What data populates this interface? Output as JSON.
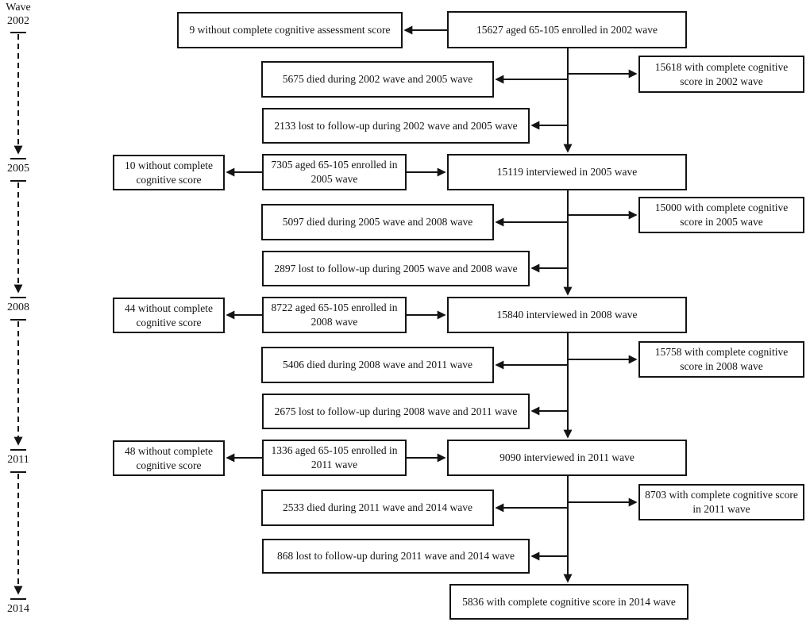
{
  "figure": {
    "type": "participant-flow-diagram",
    "description": "Flow of participants with cognitive assessment across study waves"
  },
  "timeline": {
    "axis_label": "Wave",
    "years": [
      "2002",
      "2005",
      "2008",
      "2011",
      "2014"
    ]
  },
  "waves": [
    {
      "year": "2002",
      "enrolled": "15627 aged 65-105 enrolled in 2002 wave",
      "excluded": "9 without complete cognitive assessment score",
      "complete": "15618 with complete cognitive score in 2002 wave",
      "died": "5675 died during 2002 wave and 2005 wave",
      "lost": "2133 lost to follow-up during 2002 wave and 2005 wave"
    },
    {
      "year": "2005",
      "excluded": "10 without complete cognitive score",
      "enrolled": "7305 aged 65-105 enrolled in 2005 wave",
      "interviewed": "15119 interviewed in 2005 wave",
      "complete": "15000 with complete cognitive score in 2005 wave",
      "died": "5097 died during 2005 wave and 2008 wave",
      "lost": "2897 lost to follow-up during 2005 wave and 2008 wave"
    },
    {
      "year": "2008",
      "excluded": "44 without complete cognitive score",
      "enrolled": "8722 aged 65-105 enrolled in 2008 wave",
      "interviewed": "15840 interviewed in 2008 wave",
      "complete": "15758 with complete cognitive score in 2008 wave",
      "died": "5406 died during 2008 wave and 2011 wave",
      "lost": "2675 lost to follow-up during 2008 wave and 2011 wave"
    },
    {
      "year": "2011",
      "excluded": "48 without complete cognitive score",
      "enrolled": "1336 aged 65-105 enrolled in 2011 wave",
      "interviewed": "9090 interviewed in 2011 wave",
      "complete": "8703 with complete cognitive score in 2011 wave",
      "died": "2533 died during 2011 wave and 2014 wave",
      "lost": "868 lost to follow-up during 2011 wave and 2014 wave"
    },
    {
      "year": "2014",
      "final": "5836 with complete cognitive score in 2014 wave"
    }
  ],
  "colors": {
    "line": "#141414",
    "box_border": "#141414",
    "text": "#141414",
    "background": "#ffffff"
  }
}
